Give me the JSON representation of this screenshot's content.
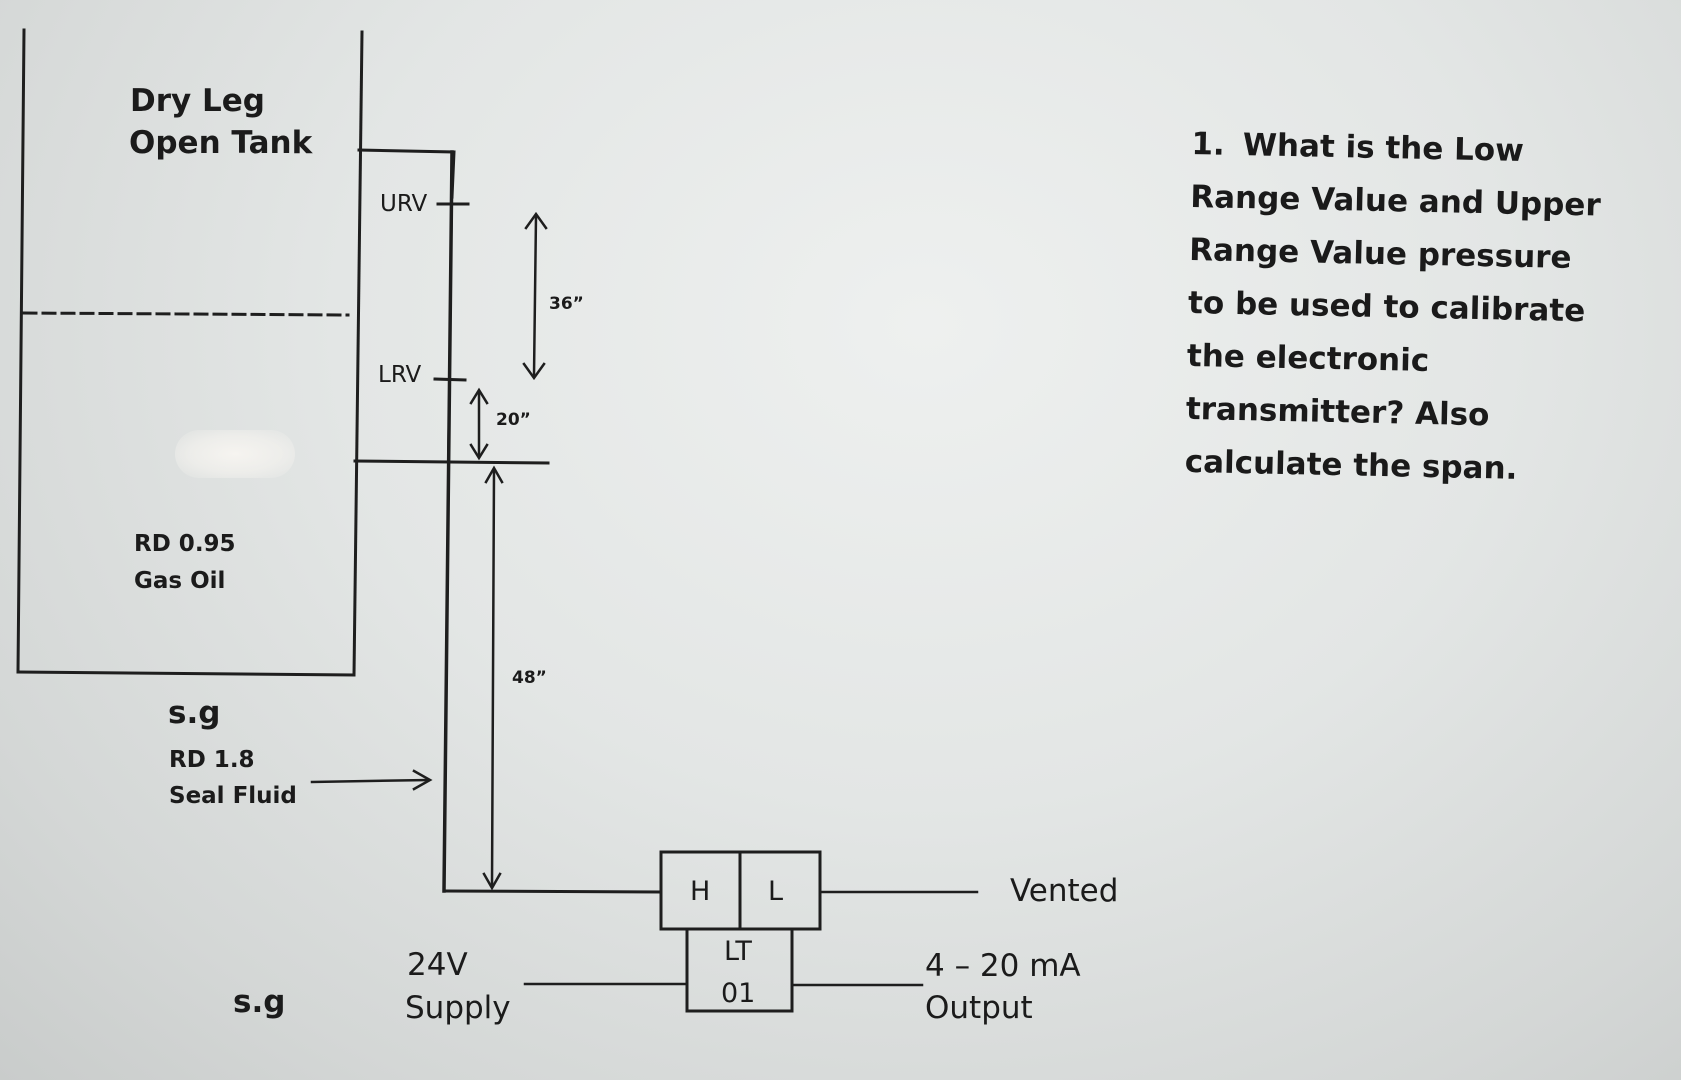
{
  "tank": {
    "title_line1": "Dry Leg",
    "title_line2": "Open Tank",
    "liquid_rd": "RD 0.95",
    "liquid_name": "Gas Oil"
  },
  "levels": {
    "urv_label": "URV",
    "lrv_label": "LRV"
  },
  "dimensions": {
    "span_height": "36”",
    "lrv_height": "20”",
    "leg_height": "48”"
  },
  "seal": {
    "sg_label": "s.g",
    "rd": "RD 1.8",
    "name": "Seal Fluid"
  },
  "transmitter": {
    "high_port": "H",
    "low_port": "L",
    "tag_line1": "LT",
    "tag_line2": "01",
    "vented_label": "Vented",
    "supply_line1": "24V",
    "supply_line2": "Supply",
    "output_line1": "4 – 20 mA",
    "output_line2": "Output"
  },
  "bottom_sg_label": "s.g",
  "question": {
    "number": "1.",
    "text": "What is the Low Range Value and Upper Range Value pressure to be used to calibrate the electronic transmitter? Also calculate the span."
  }
}
